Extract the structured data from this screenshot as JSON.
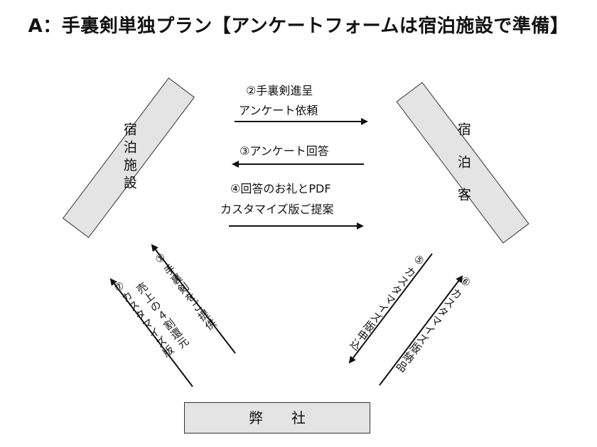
{
  "title": "A：手裏剣単独プラン【アンケートフォームは宿泊施設で準備】",
  "nodes": {
    "facility": "宿泊施設",
    "guest": "宿　泊　客",
    "company": "弊　　社"
  },
  "flows": {
    "f2_line1": "②手裏剣進呈",
    "f2_line2": "アンケート依頼",
    "f3": "③アンケート回答",
    "f4_line1": "④回答のお礼とPDF",
    "f4_line2": "カスタマイズ版ご提案",
    "f1_line1": "①",
    "f1_line2": "手裏剣をご提供",
    "f7_line1": "⑦カスタマイズ版",
    "f7_line2": "売上の４割還元",
    "f5_line1": "⑤",
    "f5_line2": "カスタマイズ版申込",
    "f6_line1": "⑥",
    "f6_line2": "カスタマイズ版納品"
  },
  "colors": {
    "box_fill": "#e4e4e4",
    "stroke": "#111111"
  }
}
